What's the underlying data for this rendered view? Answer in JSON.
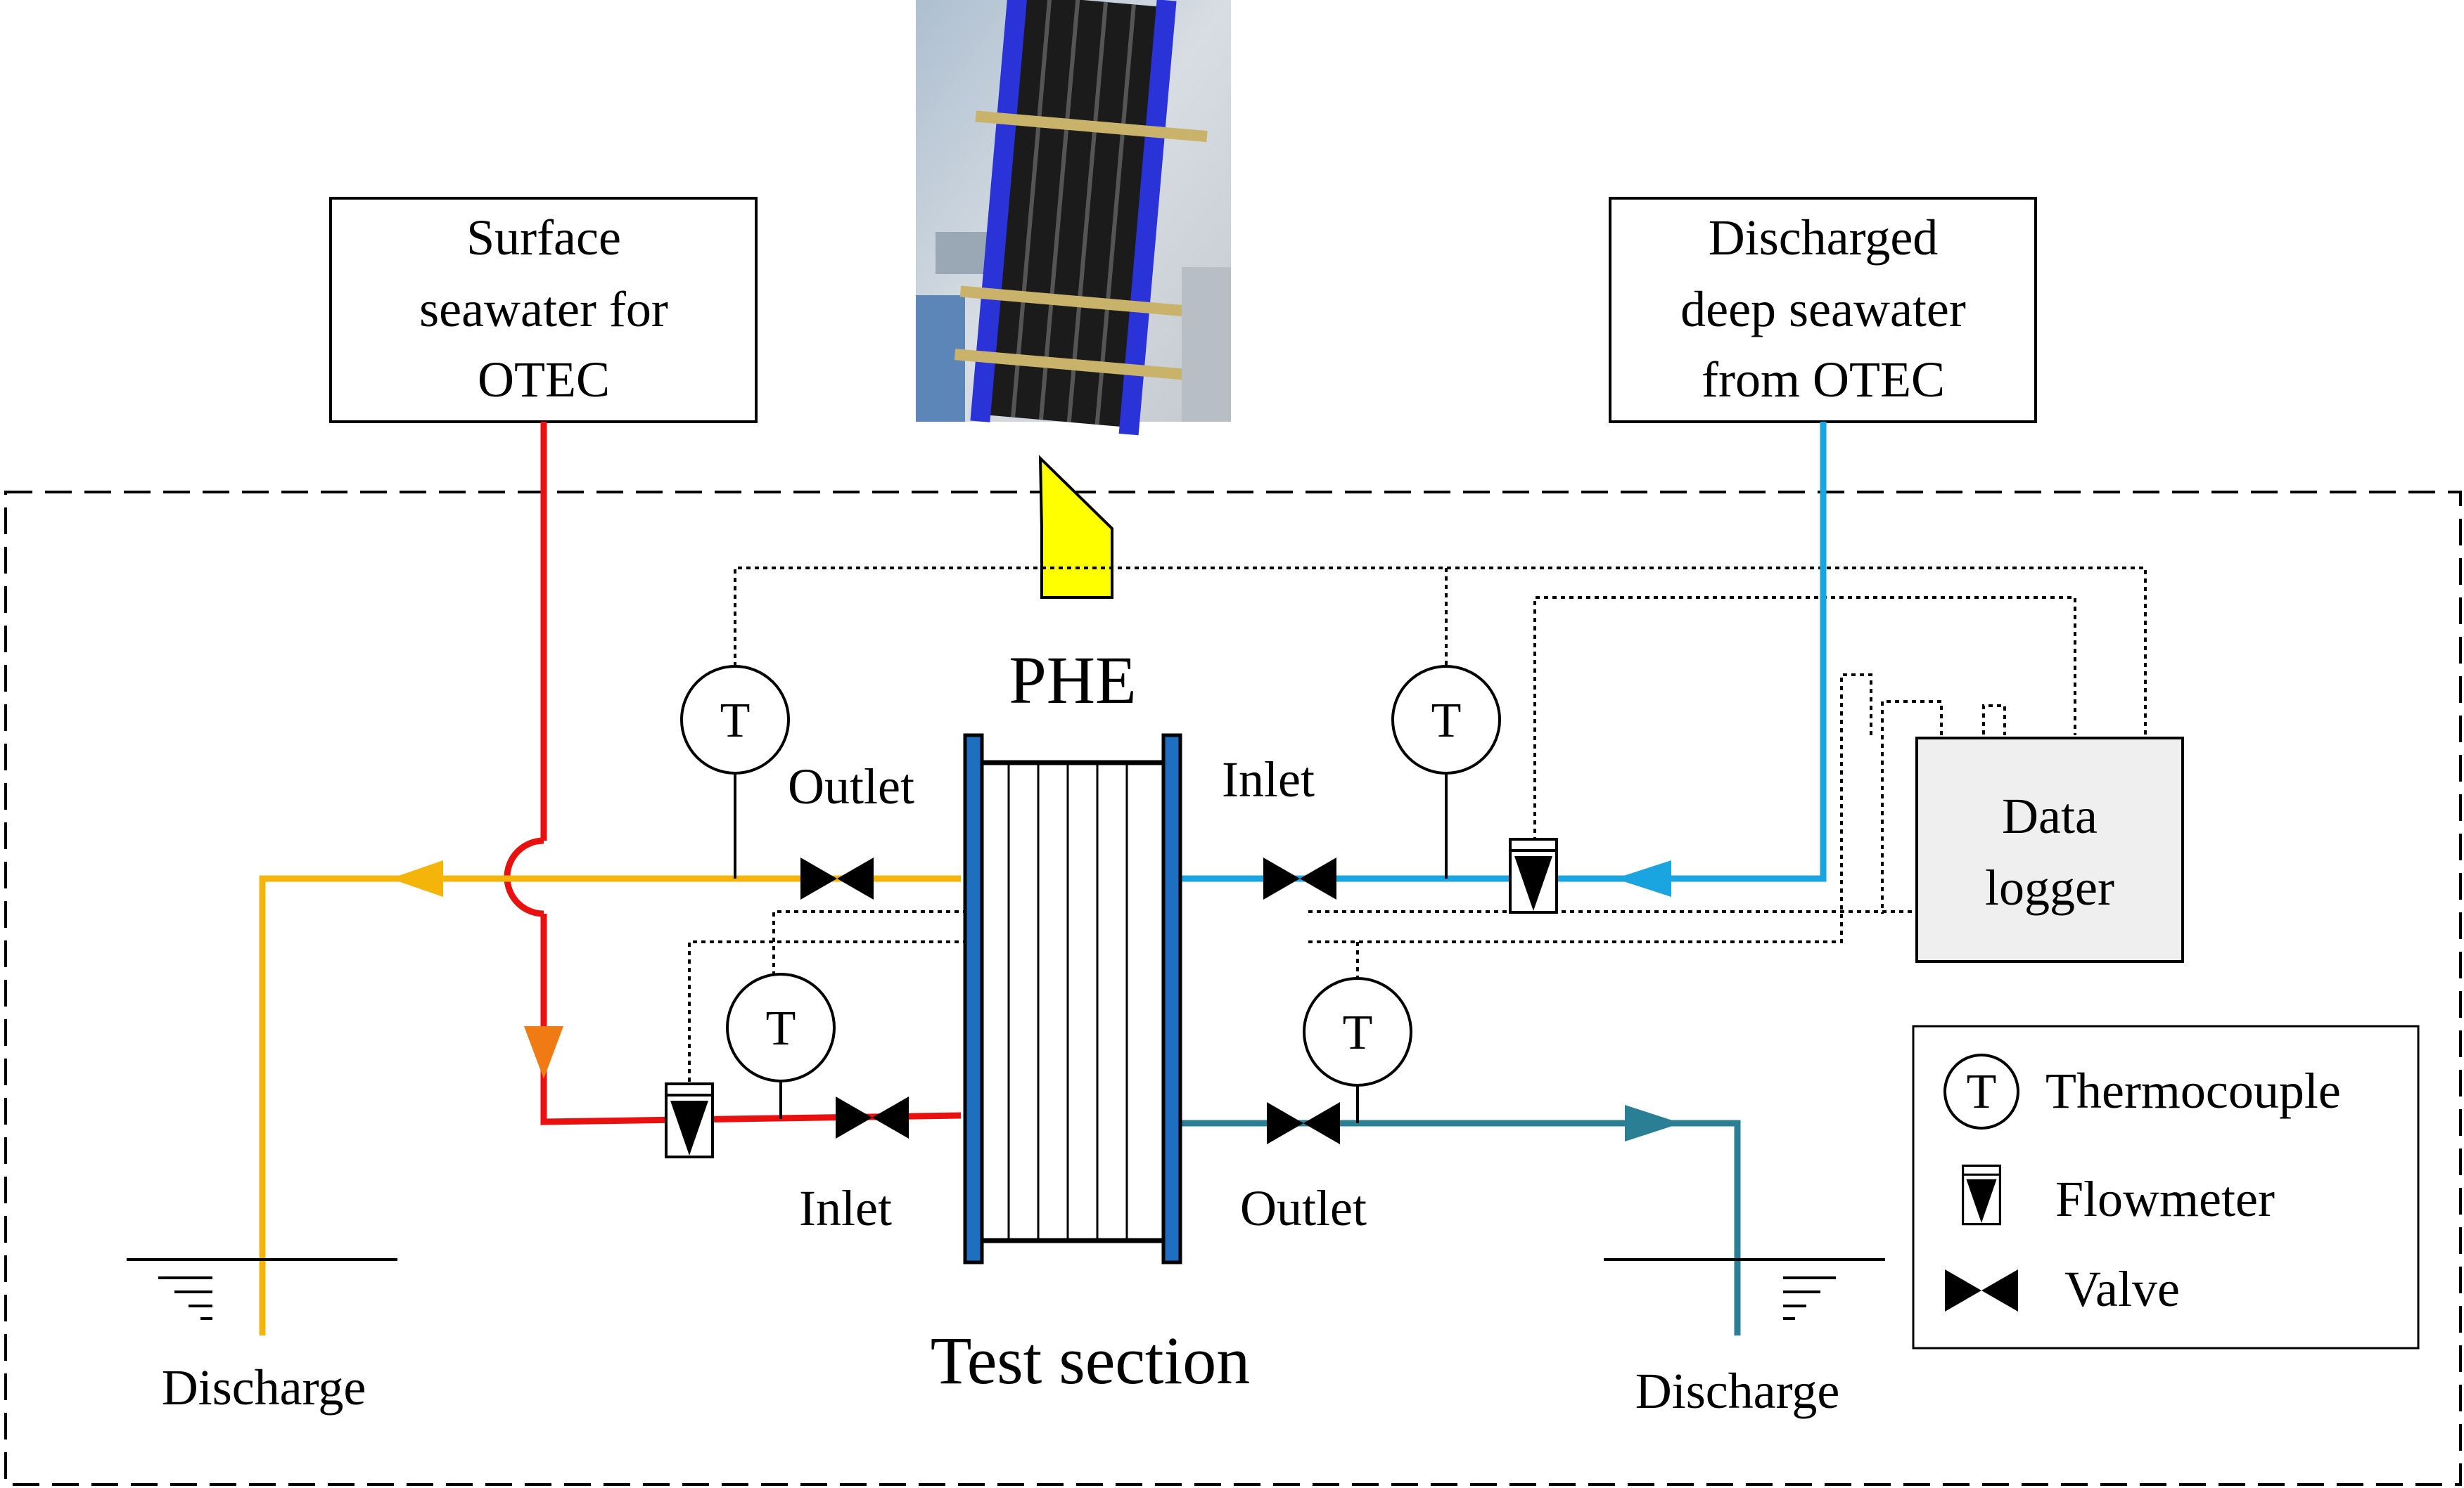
{
  "boxes": {
    "surface": [
      "Surface",
      "seawater for",
      "OTEC"
    ],
    "deep": [
      "Discharged",
      "deep seawater",
      "from OTEC"
    ],
    "logger": [
      "Data",
      "logger"
    ]
  },
  "labels": {
    "phe": "PHE",
    "test_section": "Test section",
    "outlet_left": "Outlet",
    "inlet_right": "Inlet",
    "inlet_left": "Inlet",
    "outlet_right": "Outlet",
    "discharge_left": "Discharge",
    "discharge_right": "Discharge",
    "thermocouple_symbol": "T"
  },
  "legend": {
    "thermocouple": "Thermocouple",
    "flowmeter": "Flowmeter",
    "valve": "Valve"
  },
  "colors": {
    "warm_inlet": "#e8110f",
    "warm_outlet": "#f5b40a",
    "cold_inlet": "#1aa4e0",
    "cold_outlet": "#2b7f95",
    "plate_frame": "#1f6fc0",
    "arrow_orange": "#f07a14",
    "photo_arrow": "#ffff00"
  },
  "icons": [
    "thermocouple-icon",
    "flowmeter-icon",
    "valve-icon",
    "ground-symbol-icon",
    "phe-photo-icon"
  ]
}
